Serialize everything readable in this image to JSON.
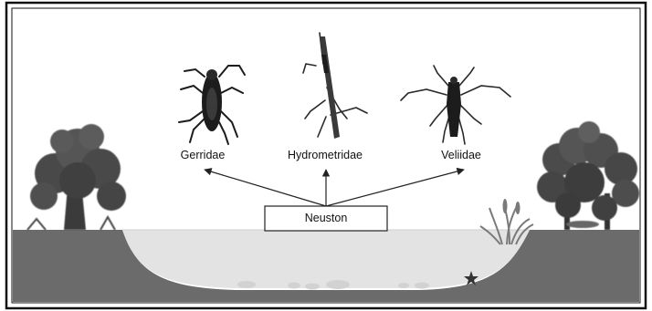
{
  "labels": {
    "gerridae": "Gerridae",
    "hydrometridae": "Hydrometridae",
    "veliidae": "Veliidae",
    "neuston": "Neuston"
  },
  "colors": {
    "ground": "#6b6b6b",
    "water": "#e3e3e3",
    "foliage": "#4a4a4a",
    "insect": "#1c1c1c",
    "frame": "#111111"
  },
  "icons": [
    "tree",
    "reed",
    "rock",
    "starfish",
    "water-strider",
    "water-measurer",
    "small-water-strider",
    "arrow"
  ]
}
